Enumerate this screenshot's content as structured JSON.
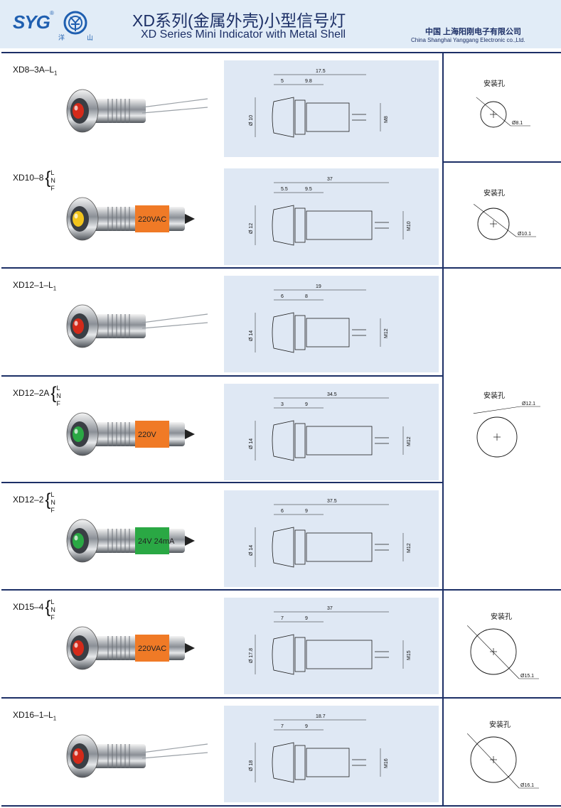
{
  "header": {
    "logo_text": "SYG",
    "logo_mark": "®",
    "logo_cn_left": "洋",
    "logo_cn_right": "山",
    "title_cn": "XD系列(金属外壳)小型信号灯",
    "title_en": "XD Series Mini Indicator with Metal Shell",
    "company_cn": "中国  上海阳刚电子有限公司",
    "company_en": "China Shanghai Yanggang Electronic co.,Ltd."
  },
  "colors": {
    "header_bg": "#e1ecf7",
    "border": "#1c2f66",
    "panel_bg": "#dfe8f4",
    "brand_blue": "#1f5fb0"
  },
  "hole_label": "安装孔",
  "variants": [
    "L",
    "N",
    "F"
  ],
  "products": [
    {
      "model_main": "XD8–3A–L",
      "model_sub": "1",
      "has_variants": false,
      "lens_color": "#d42a1a",
      "sleeve": null,
      "dims": {
        "total": "17.5",
        "a": "5",
        "b": "9.8",
        "dia": "Ø 10",
        "thread": "M8"
      },
      "hole": "Ø8.1"
    },
    {
      "model_main": "XD10–8",
      "model_sub": "",
      "has_variants": true,
      "lens_color": "#f2c41c",
      "sleeve": {
        "color": "#f07a26",
        "text": "220VAC"
      },
      "dims": {
        "total": "37",
        "a": "5.5",
        "b": "9.5",
        "dia": "Ø 12",
        "thread": "M10"
      },
      "hole": "Ø10.1"
    },
    {
      "model_main": "XD12–1–L",
      "model_sub": "1",
      "has_variants": false,
      "lens_color": "#d42a1a",
      "sleeve": null,
      "dims": {
        "total": "19",
        "a": "6",
        "b": "8",
        "dia": "Ø 14",
        "thread": "M12"
      }
    },
    {
      "model_main": "XD12–2A",
      "model_sub": "",
      "has_variants": true,
      "lens_color": "#2aa844",
      "sleeve": {
        "color": "#f07a26",
        "text": "220V"
      },
      "dims": {
        "total": "34.5",
        "a": "3",
        "b": "9",
        "dia": "Ø 14",
        "thread": "M12"
      }
    },
    {
      "model_main": "XD12–2",
      "model_sub": "",
      "has_variants": true,
      "lens_color": "#2aa844",
      "sleeve": {
        "color": "#2aa844",
        "text": "24V 24mA"
      },
      "dims": {
        "total": "37.5",
        "a": "6",
        "b": "9",
        "dia": "Ø 14",
        "thread": "M12"
      }
    },
    {
      "model_main": "XD15–4",
      "model_sub": "",
      "has_variants": true,
      "lens_color": "#d42a1a",
      "sleeve": {
        "color": "#f07a26",
        "text": "220VAC"
      },
      "dims": {
        "total": "37",
        "a": "7",
        "b": "9",
        "dia": "Ø 17.8",
        "thread": "M15"
      },
      "hole": "Ø15.1"
    },
    {
      "model_main": "XD16–1–L",
      "model_sub": "1",
      "has_variants": false,
      "lens_color": "#d42a1a",
      "sleeve": null,
      "dims": {
        "total": "18.7",
        "a": "7",
        "b": "9",
        "dia": "Ø 18",
        "thread": "M16"
      },
      "hole": "Ø16.1"
    }
  ],
  "shared_hole": "Ø12.1"
}
